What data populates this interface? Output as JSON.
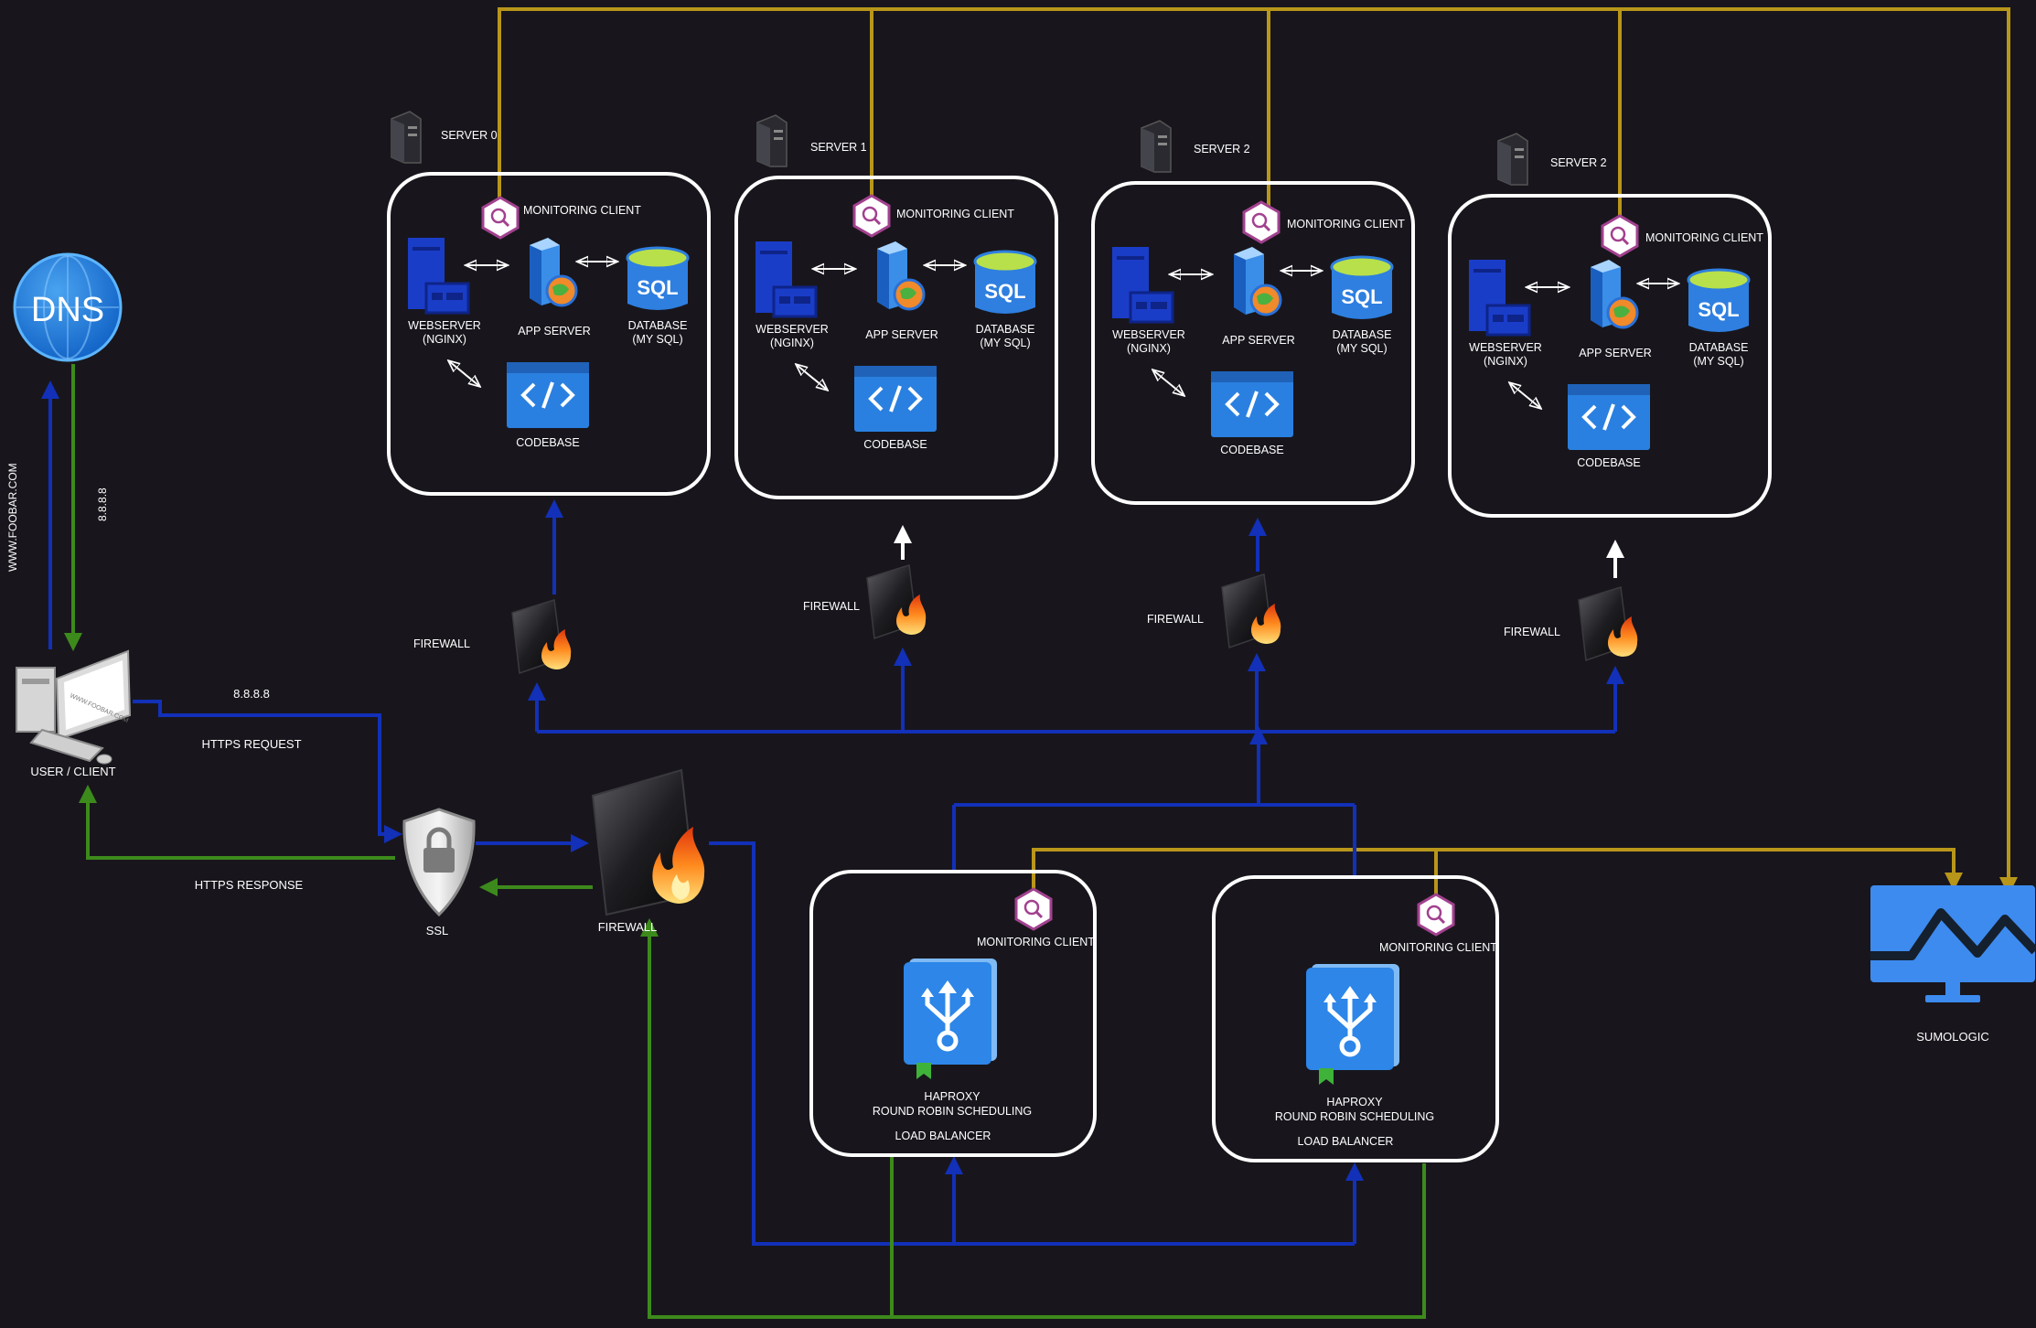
{
  "labels": {
    "dns": "DNS",
    "domain": "WWW.FOOBAR.COM",
    "ip_vertical": "8.8.8.8",
    "ip_horizontal": "8.8.8.8",
    "user_client": "USER / CLIENT",
    "https_request": "HTTPS REQUEST",
    "https_response": "HTTPS  RESPONSE",
    "ssl": "SSL",
    "main_firewall": "FIREWALL",
    "sumologic": "SUMOLOGIC",
    "screen_text": "WWW.FOOBAR.COM"
  },
  "servers": [
    {
      "name": "SERVER 0",
      "monitoring": "MONITORING CLIENT",
      "webserver": "WEBSERVER",
      "webserver_sub": "(NGINX)",
      "app": "APP SERVER",
      "database": "DATABASE",
      "database_sub": "(MY SQL)",
      "codebase": "CODEBASE",
      "firewall": "FIREWALL",
      "sql": "SQL"
    },
    {
      "name": "SERVER 1",
      "monitoring": "MONITORING CLIENT",
      "webserver": "WEBSERVER",
      "webserver_sub": "(NGINX)",
      "app": "APP SERVER",
      "database": "DATABASE",
      "database_sub": "(MY SQL)",
      "codebase": "CODEBASE",
      "firewall": "FIREWALL",
      "sql": "SQL"
    },
    {
      "name": "SERVER 2",
      "monitoring": "MONITORING CLIENT",
      "webserver": "WEBSERVER",
      "webserver_sub": "(NGINX)",
      "app": "APP SERVER",
      "database": "DATABASE",
      "database_sub": "(MY SQL)",
      "codebase": "CODEBASE",
      "firewall": "FIREWALL",
      "sql": "SQL"
    },
    {
      "name": "SERVER 2",
      "monitoring": "MONITORING CLIENT",
      "webserver": "WEBSERVER",
      "webserver_sub": "(NGINX)",
      "app": "APP SERVER",
      "database": "DATABASE",
      "database_sub": "(MY SQL)",
      "codebase": "CODEBASE",
      "firewall": "FIREWALL",
      "sql": "SQL"
    }
  ],
  "load_balancers": [
    {
      "monitoring": "MONITORING CLIENT",
      "name": "HAPROXY",
      "scheduling": "ROUND ROBIN SCHEDULING",
      "role": "LOAD BALANCER"
    },
    {
      "monitoring": "MONITORING CLIENT",
      "name": "HAPROXY",
      "scheduling": "ROUND ROBIN SCHEDULING",
      "role": "LOAD BALANCER"
    }
  ],
  "colors": {
    "background": "#18161c",
    "request_line": "#1230b8",
    "response_line": "#3d8a1c",
    "monitoring_line": "#b8961a",
    "box_border": "#ffffff",
    "icon_blue": "#2f86e6",
    "monitor_hex": "#a2418f"
  }
}
